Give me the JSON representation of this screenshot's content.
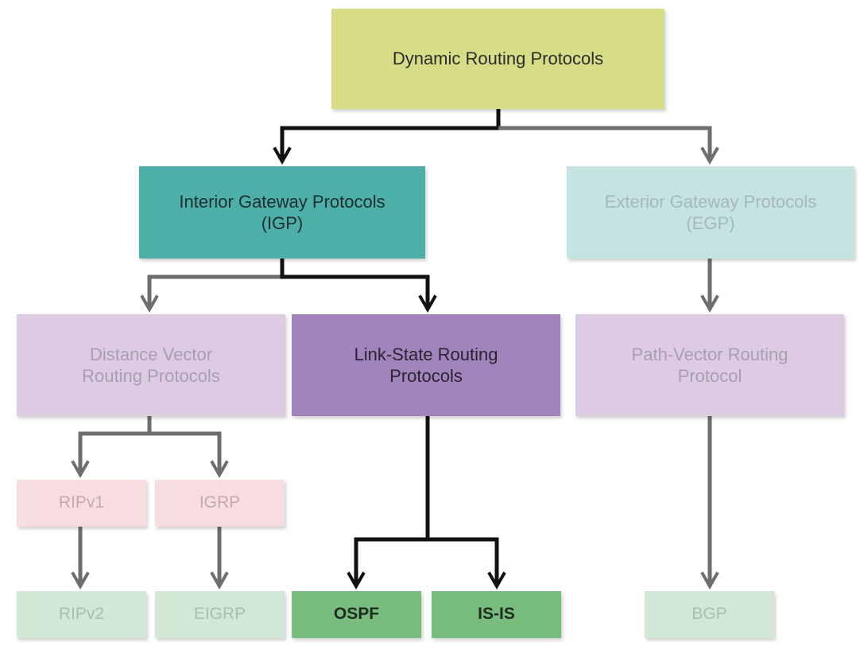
{
  "diagram": {
    "nodes": {
      "dynamic": "Dynamic Routing Protocols",
      "igp": "Interior Gateway Protocols\n(IGP)",
      "egp": "Exterior Gateway Protocols\n(EGP)",
      "distance_vector": "Distance Vector\nRouting Protocols",
      "link_state": "Link-State Routing\nProtocols",
      "path_vector": "Path-Vector Routing\nProtocol",
      "ripv1": "RIPv1",
      "igrp": "IGRP",
      "ripv2": "RIPv2",
      "eigrp": "EIGRP",
      "ospf": "OSPF",
      "isis": "IS-IS",
      "bgp": "BGP"
    },
    "colors": {
      "highlight_edge": "#111111",
      "dim_edge": "#6e6e6e"
    }
  }
}
